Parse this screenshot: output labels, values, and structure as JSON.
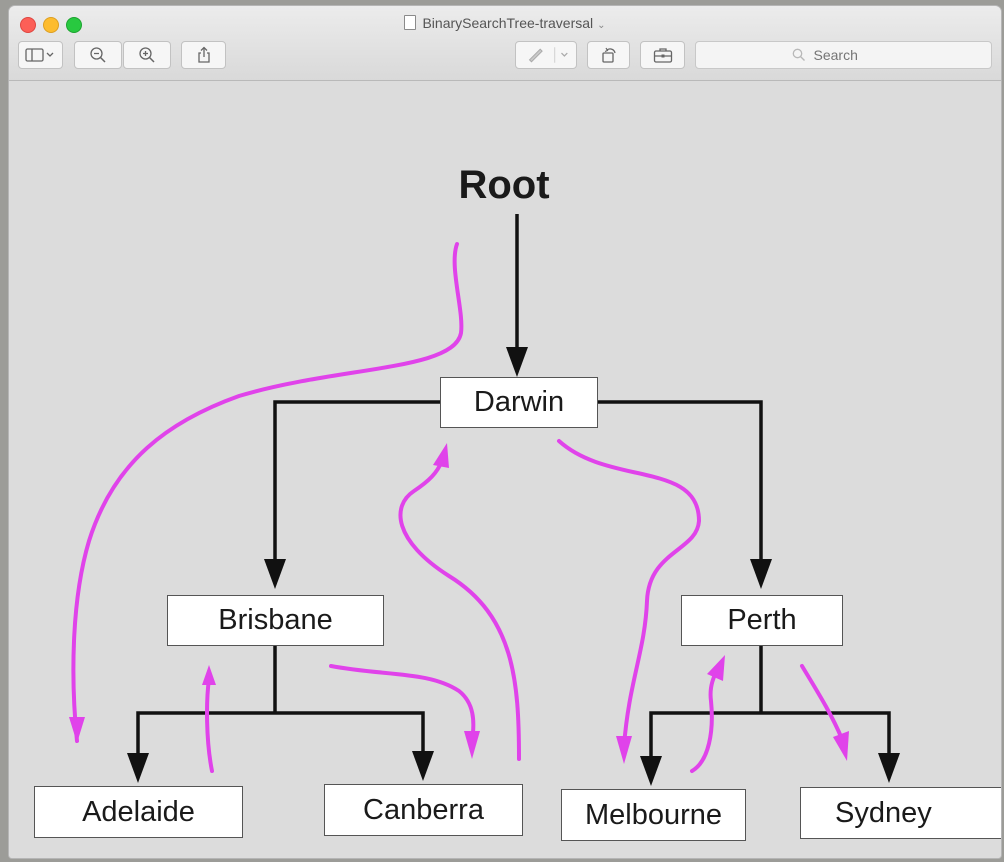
{
  "window": {
    "title": "BinarySearchTree-traversal"
  },
  "toolbar": {
    "sidebar_icon": "sidebar-icon",
    "zoom_out_icon": "zoom-out-icon",
    "zoom_in_icon": "zoom-in-icon",
    "share_icon": "share-icon",
    "markup_icon": "pencil-icon",
    "rotate_icon": "rotate-icon",
    "toolbox_icon": "toolbox-icon",
    "search_placeholder": "Search"
  },
  "diagram": {
    "root_label": "Root",
    "nodes": {
      "darwin": "Darwin",
      "brisbane": "Brisbane",
      "perth": "Perth",
      "adelaide": "Adelaide",
      "canberra": "Canberra",
      "melbourne": "Melbourne",
      "sydney": "Sydney"
    },
    "traversal_color": "#e043ea",
    "edge_color": "#111111"
  }
}
